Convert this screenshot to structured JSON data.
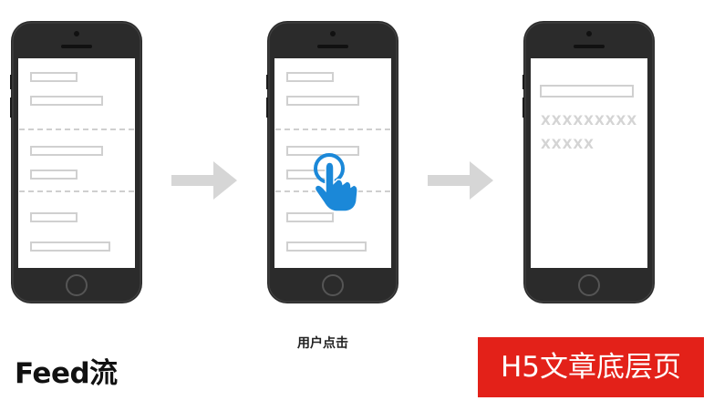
{
  "colors": {
    "phone_body": "#2b2b2b",
    "screen_bg": "#ffffff",
    "placeholder_line": "#d0d0d0",
    "arrow": "#d6d6d6",
    "tap_icon": "#1b88d8",
    "highlight_bg": "#e32119"
  },
  "icons": {
    "arrow": "right-arrow-icon",
    "tap": "hand-pointer-tap-icon"
  },
  "steps": {
    "feed": {
      "label": "Feed流"
    },
    "click": {
      "label": "用户点击"
    },
    "article": {
      "label": "H5文章底层页",
      "text_line_1": "XXXXXXXXX",
      "text_line_2": "XXXXX"
    }
  }
}
